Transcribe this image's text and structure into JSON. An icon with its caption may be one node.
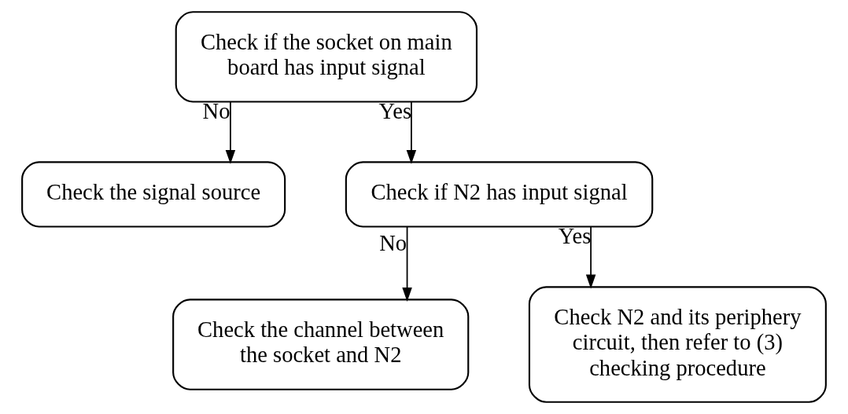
{
  "diagram": {
    "nodes": [
      {
        "text": [
          "Check if the socket on main board has input signal"
        ]
      },
      {
        "text": [
          "Check the signal source"
        ]
      },
      {
        "text": [
          "Check if N2 has input signal"
        ]
      },
      {
        "text": [
          "Check the channel between the socket and N2"
        ]
      },
      {
        "text": [
          "Check N2 and its periphery circuit, then refer to (3) checking procedure"
        ]
      }
    ],
    "edges": [
      {
        "from": 0,
        "to": 1,
        "arrow": "to",
        "label": "No"
      },
      {
        "from": 0,
        "to": 2,
        "arrow": "to",
        "label": "Yes"
      },
      {
        "from": 2,
        "to": 3,
        "arrow": "to",
        "label": "No"
      },
      {
        "from": 2,
        "to": 4,
        "arrow": "to",
        "label": "Yes"
      }
    ]
  }
}
